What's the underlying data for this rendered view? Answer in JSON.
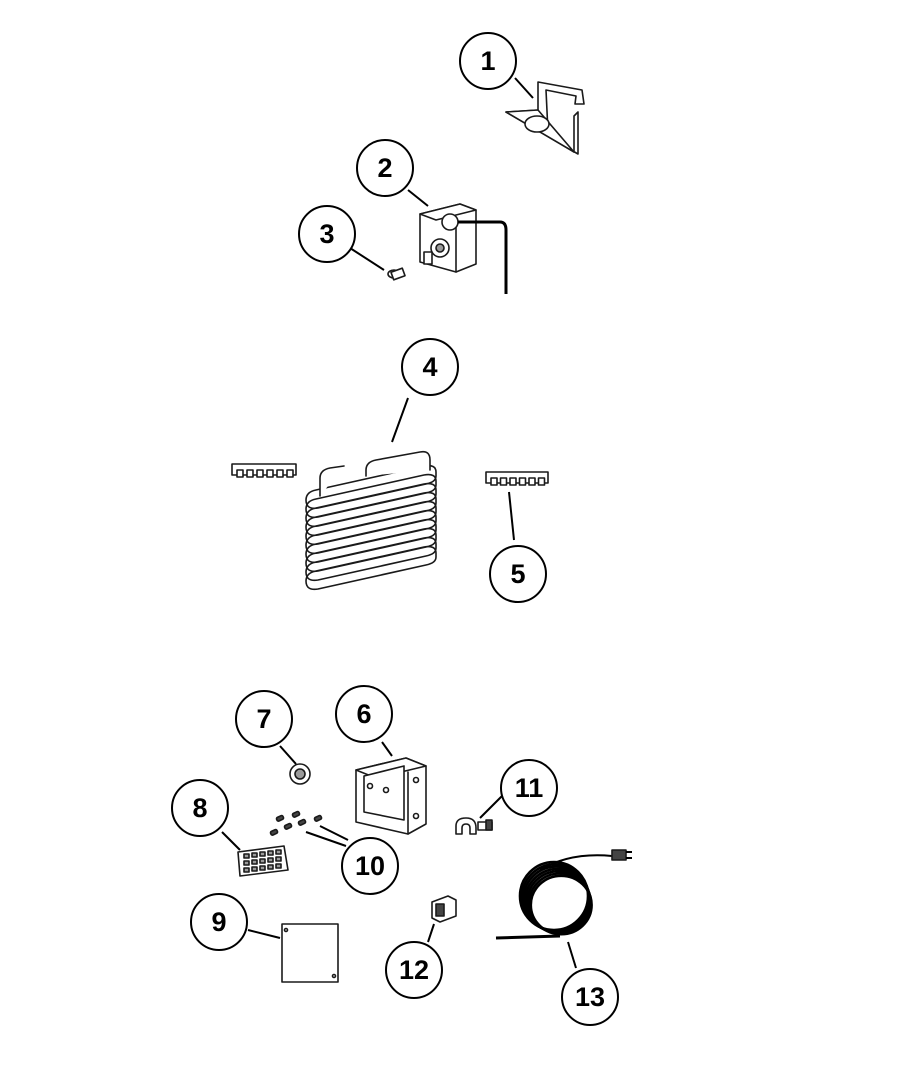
{
  "callouts": [
    {
      "id": "1",
      "label": "1"
    },
    {
      "id": "2",
      "label": "2"
    },
    {
      "id": "3",
      "label": "3"
    },
    {
      "id": "4",
      "label": "4"
    },
    {
      "id": "5",
      "label": "5"
    },
    {
      "id": "6",
      "label": "6"
    },
    {
      "id": "7",
      "label": "7"
    },
    {
      "id": "8",
      "label": "8"
    },
    {
      "id": "9",
      "label": "9"
    },
    {
      "id": "10",
      "label": "10"
    },
    {
      "id": "11",
      "label": "11"
    },
    {
      "id": "12",
      "label": "12"
    },
    {
      "id": "13",
      "label": "13"
    }
  ],
  "colors": {
    "ink": "#000000",
    "paper": "#ffffff"
  }
}
